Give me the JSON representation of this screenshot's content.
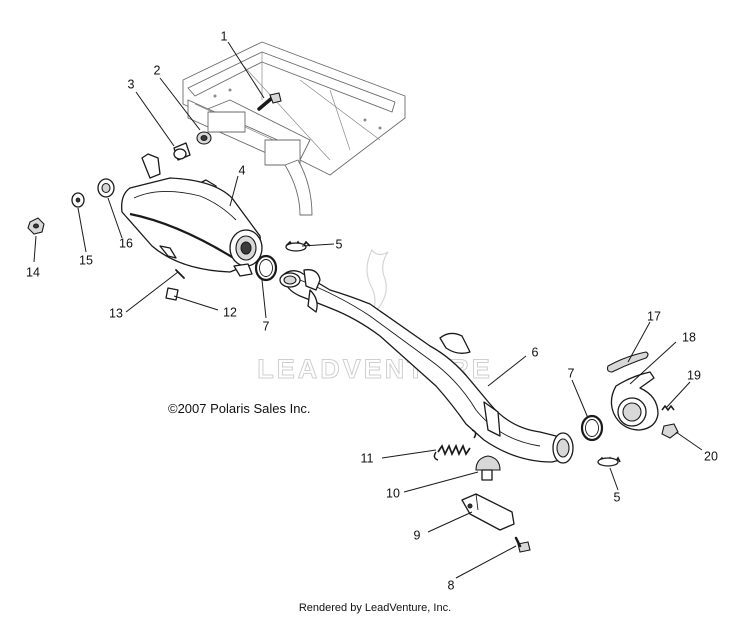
{
  "copyright": "©2007 Polaris Sales Inc.",
  "footer": "Rendered by LeadVenture, Inc.",
  "watermark": "LEADVENTURE",
  "callouts": {
    "c1": "1",
    "c2": "2",
    "c3": "3",
    "c4": "4",
    "c5a": "5",
    "c5b": "5",
    "c6": "6",
    "c7a": "7",
    "c7b": "7",
    "c8": "8",
    "c9": "9",
    "c10": "10",
    "c11": "11",
    "c12": "12",
    "c13": "13",
    "c14": "14",
    "c15": "15",
    "c16": "16",
    "c17": "17",
    "c18": "18",
    "c19": "19",
    "c20": "20"
  }
}
